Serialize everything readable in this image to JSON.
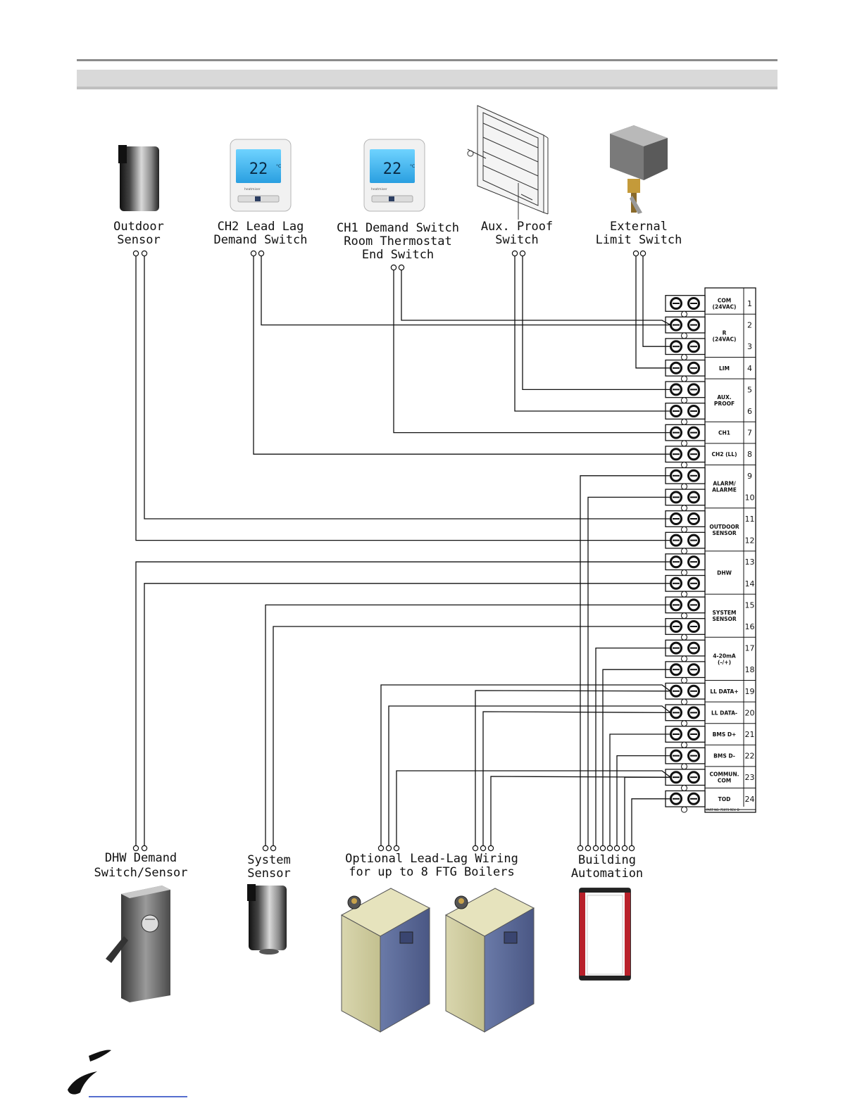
{
  "devices": [
    {
      "id": "outdoor-sensor",
      "lines": [
        "Outdoor",
        "Sensor"
      ]
    },
    {
      "id": "ch2-lead-lag",
      "lines": [
        "CH2  Lead  Lag",
        "Demand  Switch"
      ]
    },
    {
      "id": "ch1-demand",
      "lines": [
        "CH1  Demand  Switch",
        "Room  Thermostat",
        "End  Switch"
      ]
    },
    {
      "id": "aux-proof",
      "lines": [
        "Aux.  Proof",
        "Switch"
      ]
    },
    {
      "id": "external-limit",
      "lines": [
        "External",
        "Limit  Switch"
      ]
    },
    {
      "id": "dhw-demand",
      "lines": [
        "DHW  Demand",
        "Switch/Sensor"
      ]
    },
    {
      "id": "system-sensor",
      "lines": [
        "System",
        "Sensor"
      ]
    },
    {
      "id": "lead-lag-wiring",
      "lines": [
        "Optional  Lead-Lag  Wiring",
        "for  up  to  8  FTG  Boilers"
      ]
    },
    {
      "id": "building-automation",
      "lines": [
        "Building",
        "Automation"
      ]
    }
  ],
  "thermostat_display": {
    "temp": "22",
    "unit": "°C",
    "brand": "heatmiser"
  },
  "terminal_strip": {
    "groups": [
      {
        "lines": [
          "COM",
          "(24VAC)"
        ],
        "terminals": [
          1
        ]
      },
      {
        "lines": [
          "R",
          "(24VAC)"
        ],
        "terminals": [
          2,
          3
        ]
      },
      {
        "lines": [
          "LIM"
        ],
        "terminals": [
          4
        ]
      },
      {
        "lines": [
          "AUX.",
          "PROOF"
        ],
        "terminals": [
          5,
          6
        ]
      },
      {
        "lines": [
          "CH1"
        ],
        "terminals": [
          7
        ]
      },
      {
        "lines": [
          "CH2 (LL)"
        ],
        "terminals": [
          8
        ]
      },
      {
        "lines": [
          "ALARM/",
          "ALARME"
        ],
        "terminals": [
          9,
          10
        ]
      },
      {
        "lines": [
          "OUTDOOR",
          "SENSOR"
        ],
        "terminals": [
          11,
          12
        ]
      },
      {
        "lines": [
          "DHW"
        ],
        "terminals": [
          13,
          14
        ]
      },
      {
        "lines": [
          "SYSTEM",
          "SENSOR"
        ],
        "terminals": [
          15,
          16
        ]
      },
      {
        "lines": [
          "4-20mA",
          "(-/+)"
        ],
        "terminals": [
          17,
          18
        ]
      },
      {
        "lines": [
          "LL DATA+"
        ],
        "terminals": [
          19
        ]
      },
      {
        "lines": [
          "LL DATA-"
        ],
        "terminals": [
          20
        ]
      },
      {
        "lines": [
          "BMS D+"
        ],
        "terminals": [
          21
        ]
      },
      {
        "lines": [
          "BMS D-"
        ],
        "terminals": [
          22
        ]
      },
      {
        "lines": [
          "COMMUN.",
          "COM"
        ],
        "terminals": [
          23
        ]
      },
      {
        "lines": [
          "TOD"
        ],
        "terminals": [
          24
        ]
      }
    ],
    "part_number": "PART NO. 75073 REV. D"
  },
  "colors": {
    "line": "#111111",
    "header_bar": "#d9d9d9",
    "rule": "#8c8c8c",
    "link": "#1f3fbf"
  }
}
